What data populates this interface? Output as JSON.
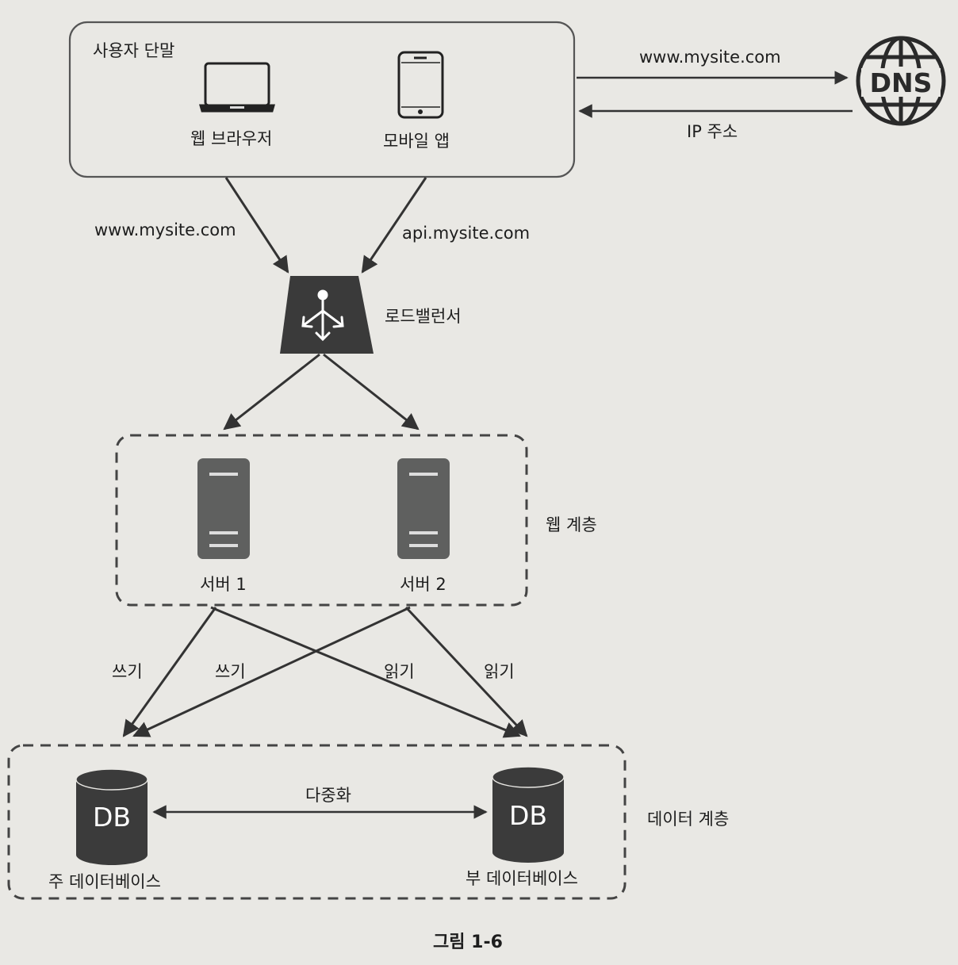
{
  "client_box": {
    "title": "사용자 단말",
    "web_browser": "웹 브라우저",
    "mobile_app": "모바일 앱"
  },
  "dns": {
    "icon_text": "DNS",
    "request": "www.mysite.com",
    "response": "IP 주소"
  },
  "routes": {
    "web_domain": "www.mysite.com",
    "api_domain": "api.mysite.com"
  },
  "load_balancer": {
    "label": "로드밸런서"
  },
  "web_tier": {
    "label": "웹 계층",
    "server1": "서버 1",
    "server2": "서버 2"
  },
  "edges": {
    "write1": "쓰기",
    "write2": "쓰기",
    "read1": "읽기",
    "read2": "읽기"
  },
  "data_tier": {
    "label": "데이터 계층",
    "db_icon_text": "DB",
    "master": "주 데이터베이스",
    "slave": "부 데이터베이스",
    "replication": "다중화"
  },
  "caption": "그림 1-6",
  "colors": {
    "ink": "#333333",
    "lb_fill": "#3a3a3a",
    "server_fill": "#5f605f",
    "db_fill": "#3b3b3b"
  }
}
